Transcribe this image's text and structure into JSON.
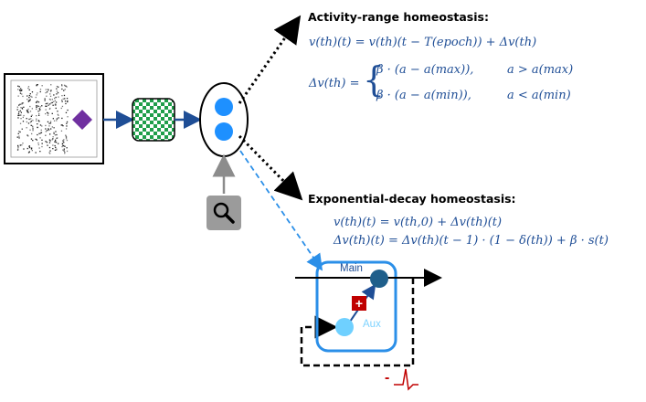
{
  "headings": {
    "activity": "Activity-range homeostasis:",
    "exponential": "Exponential-decay homeostasis:"
  },
  "equations": {
    "activity_1": "v(th)(t) = v(th)(t − T(epoch)) + Δv(th)",
    "activity_2_lhs": "Δv(th) =",
    "activity_case_1": "β · (a − a(max)),",
    "activity_cond_1": "a > a(max)",
    "activity_case_2": "β · (a − a(min)),",
    "activity_cond_2": "a < a(min)",
    "exp_1": "v(th)(t) = v(th,0) + Δv(th)(t)",
    "exp_2": "Δv(th)(t) = Δv(th)(t − 1) · (1 − δ(th)) + β · s(t)"
  },
  "labels": {
    "main": "Main",
    "aux": "Aux",
    "plus": "+",
    "minus": "-"
  },
  "icons": {
    "input_image": "raster-plot-icon",
    "input_marker": "diamond-icon",
    "encoder": "checkerboard-icon",
    "observer": "magnifier-icon"
  },
  "colors": {
    "equation_text": "#1f4e96",
    "neuron_blue": "#1e90ff",
    "main_neuron": "#1f5f8b",
    "aux_neuron": "#6fd0ff",
    "frame_blue": "#2b8fe8",
    "arrow_navy": "#1f4e96",
    "diamond": "#7030a0",
    "checker_green": "#1f9e4a",
    "plus_box": "#c00000",
    "spike_red": "#c00000",
    "magnifier_box": "#9b9b9b"
  }
}
